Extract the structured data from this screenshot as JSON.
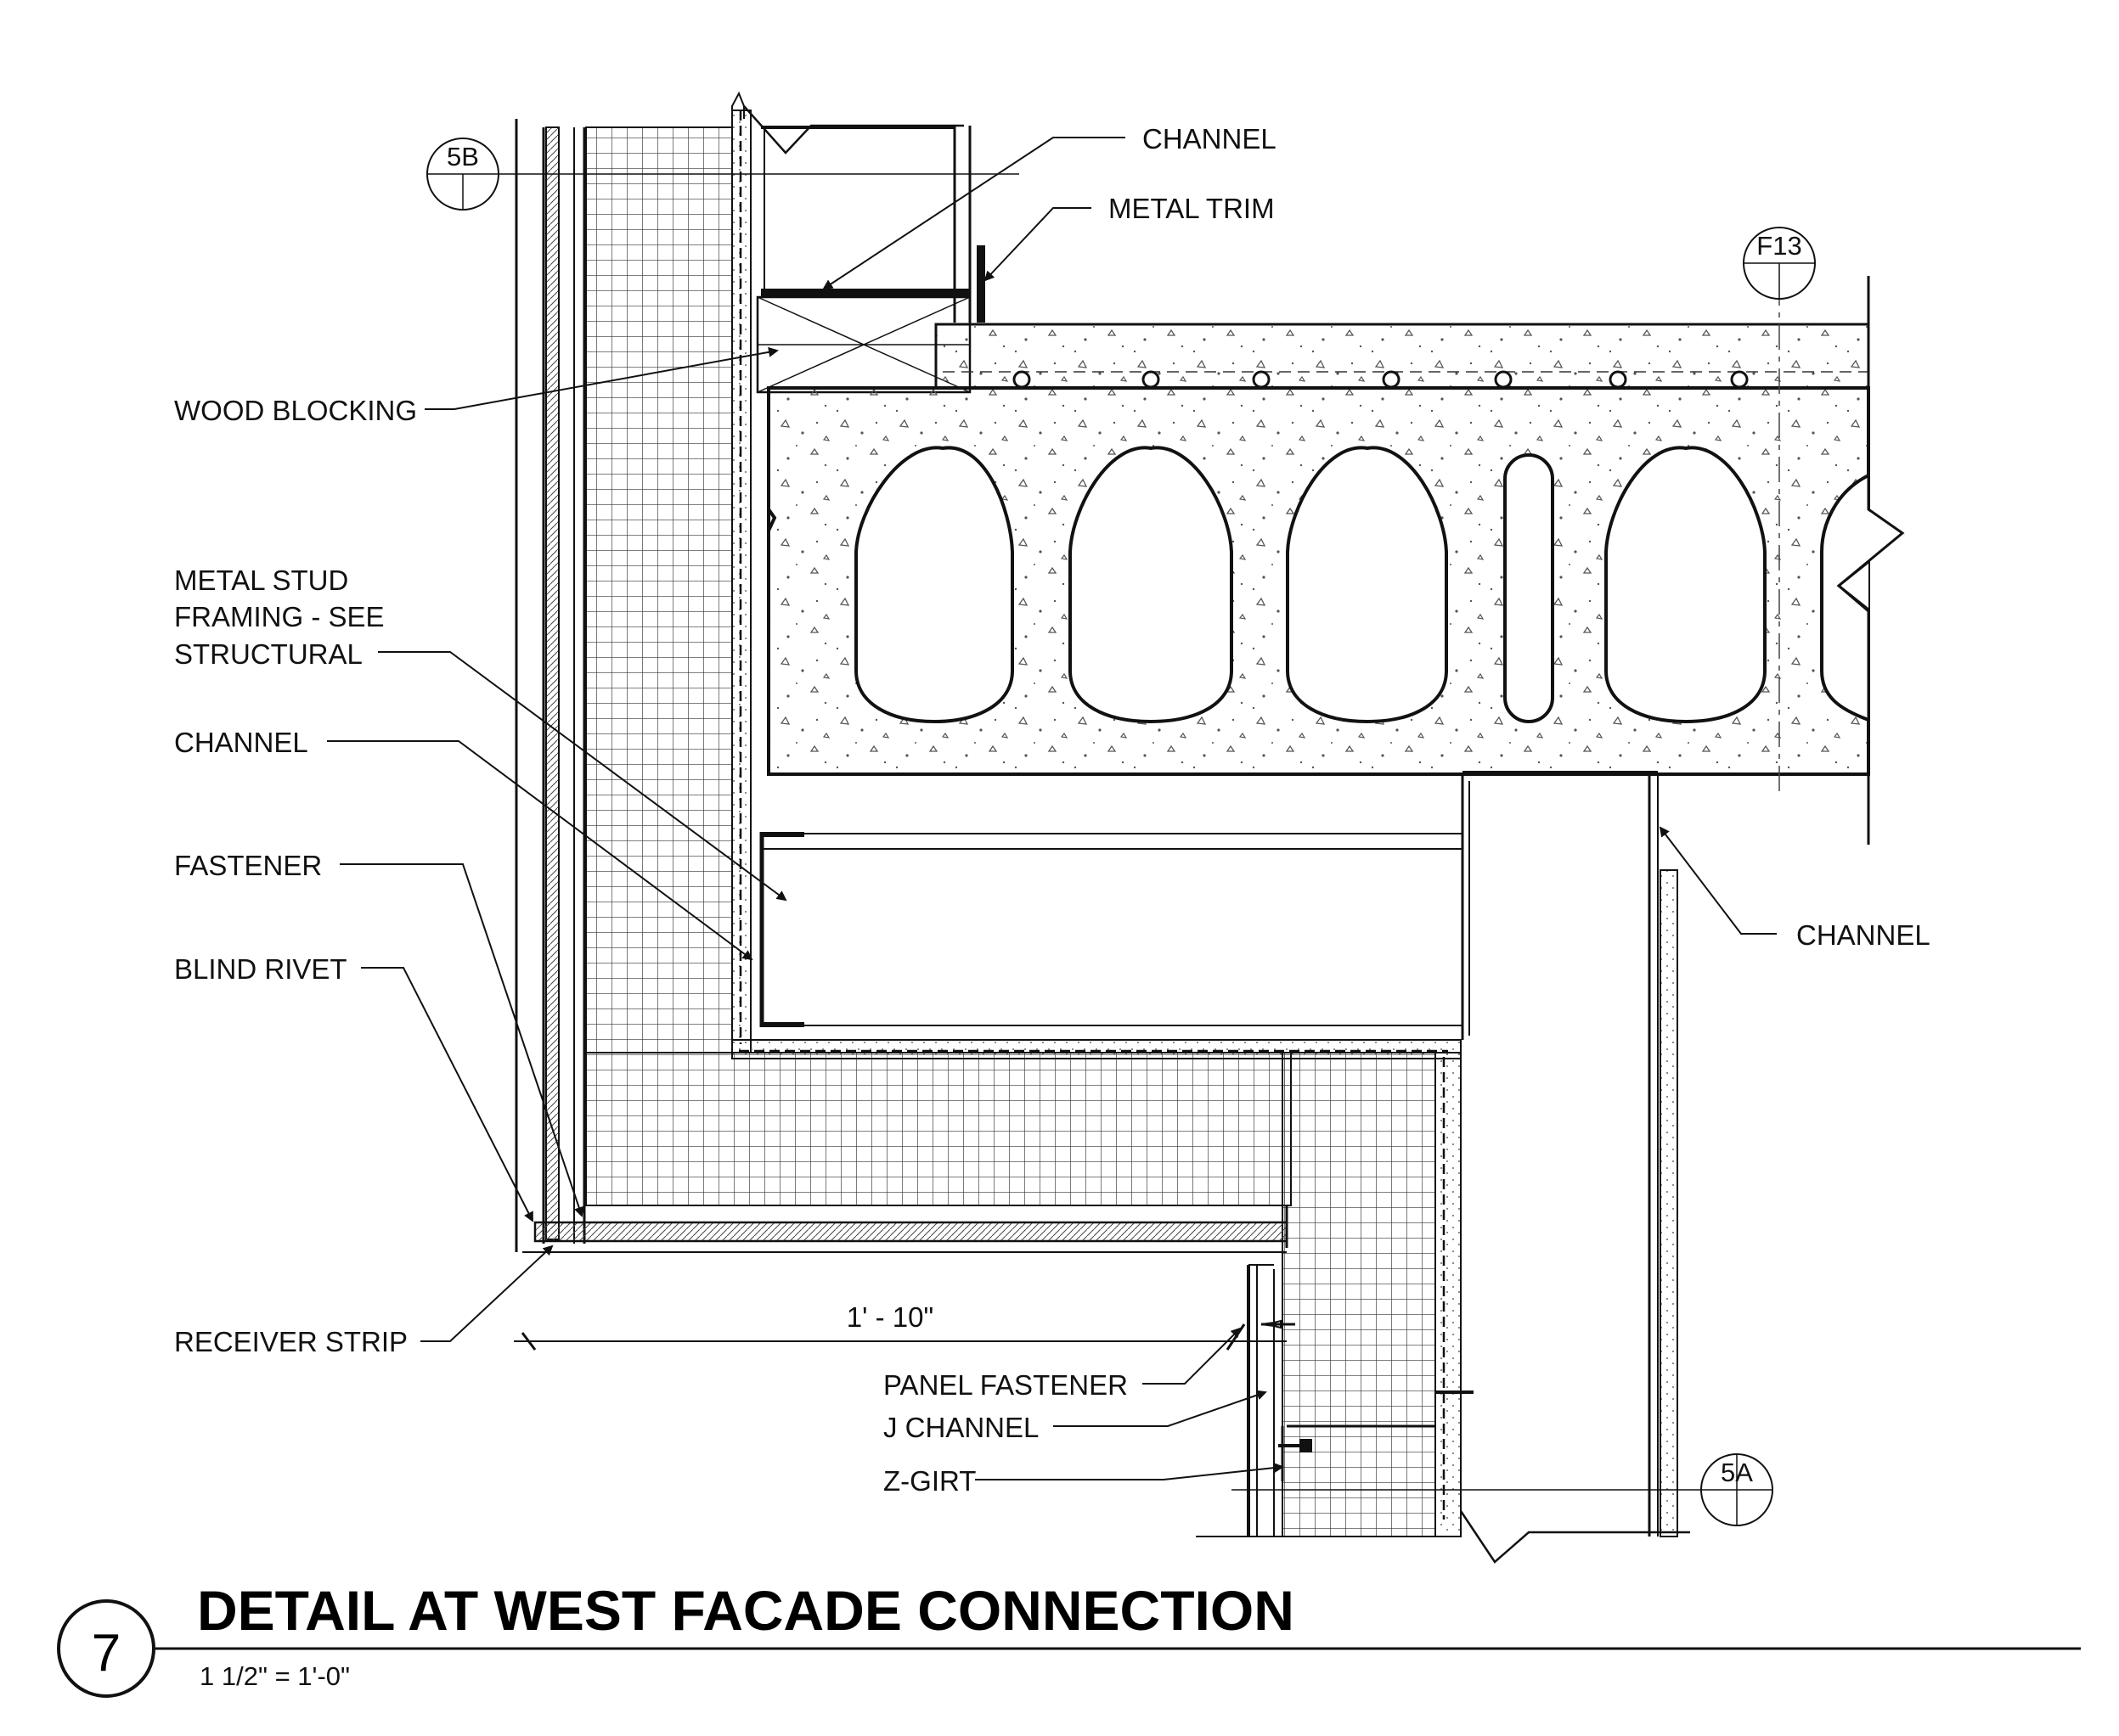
{
  "labels": {
    "channel_top": "CHANNEL",
    "metal_trim": "METAL TRIM",
    "wood_blocking": "WOOD BLOCKING",
    "metal_stud_1": "METAL STUD",
    "metal_stud_2": "FRAMING - SEE",
    "metal_stud_3": "STRUCTURAL",
    "channel_left": "CHANNEL",
    "fastener": "FASTENER",
    "blind_rivet": "BLIND RIVET",
    "channel_right": "CHANNEL",
    "receiver_strip": "RECEIVER STRIP",
    "panel_fastener": "PANEL FASTENER",
    "j_channel": "J CHANNEL",
    "z_girt": "Z-GIRT"
  },
  "dimension": "1' - 10\"",
  "grid_tags": {
    "tag_5b": "5B",
    "tag_f13": "F13",
    "tag_5a": "5A"
  },
  "title_block": {
    "number": "7",
    "title": "DETAIL AT WEST FACADE CONNECTION",
    "scale": "1 1/2\" = 1'-0\""
  }
}
